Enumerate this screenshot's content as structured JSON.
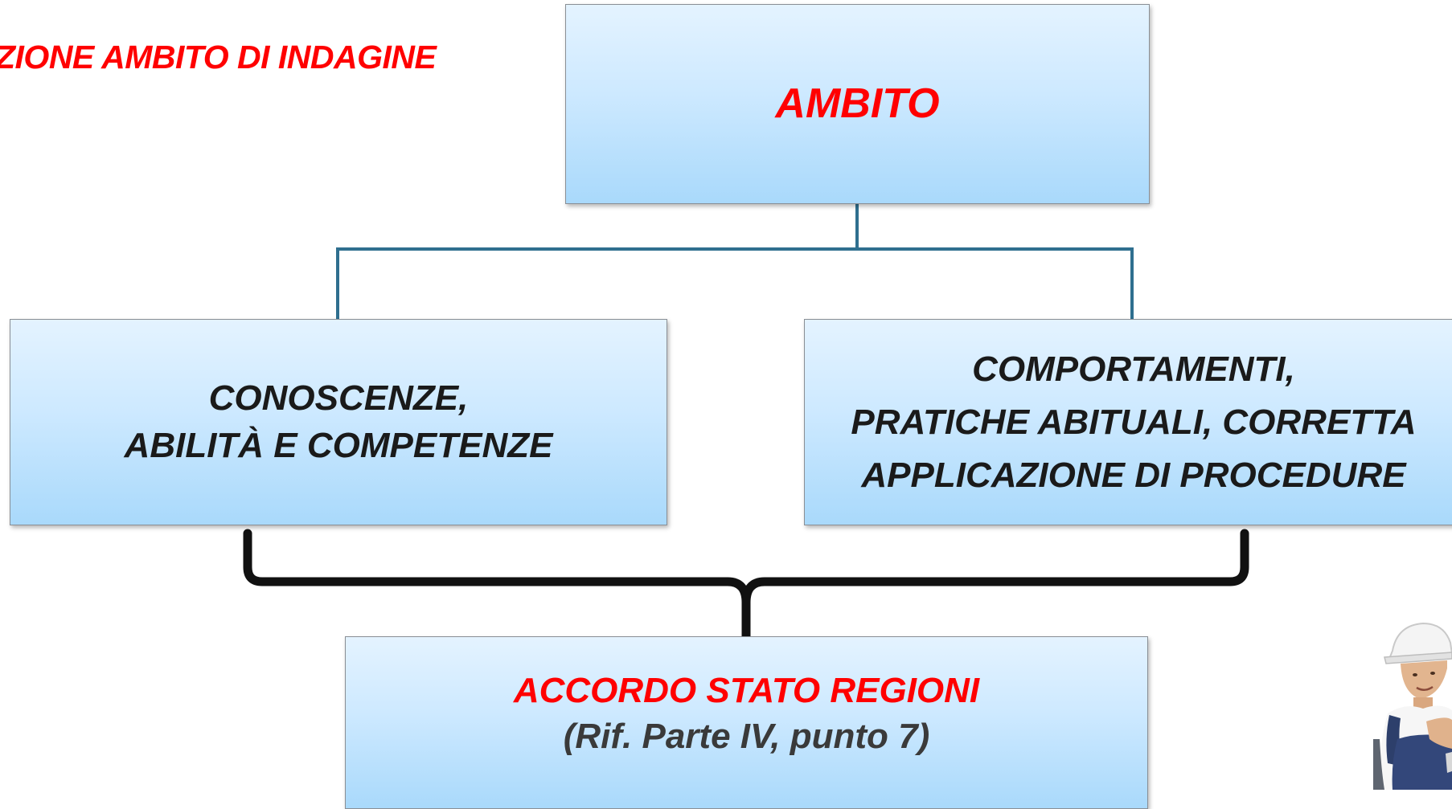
{
  "heading": "ZIONE AMBITO DI INDAGINE",
  "top_box": {
    "label": "AMBITO"
  },
  "left_box": {
    "line1": "CONOSCENZE,",
    "line2": "ABILITÀ E COMPETENZE"
  },
  "right_box": {
    "line1": "COMPORTAMENTI,",
    "line2": "PRATICHE ABITUALI, CORRETTA",
    "line3": "APPLICAZIONE DI PROCEDURE"
  },
  "bottom_box": {
    "title": "ACCORDO STATO REGIONI",
    "subtitle": "(Rif. Parte IV, punto 7)"
  },
  "colors": {
    "accent_red": "#ff0000",
    "connector": "#2f6f8f",
    "brace": "#111111",
    "box_fill_top": "#e4f3ff",
    "box_fill_bottom": "#a9d9fb"
  },
  "icons": {
    "worker": "worker-hardhat-illustration"
  }
}
